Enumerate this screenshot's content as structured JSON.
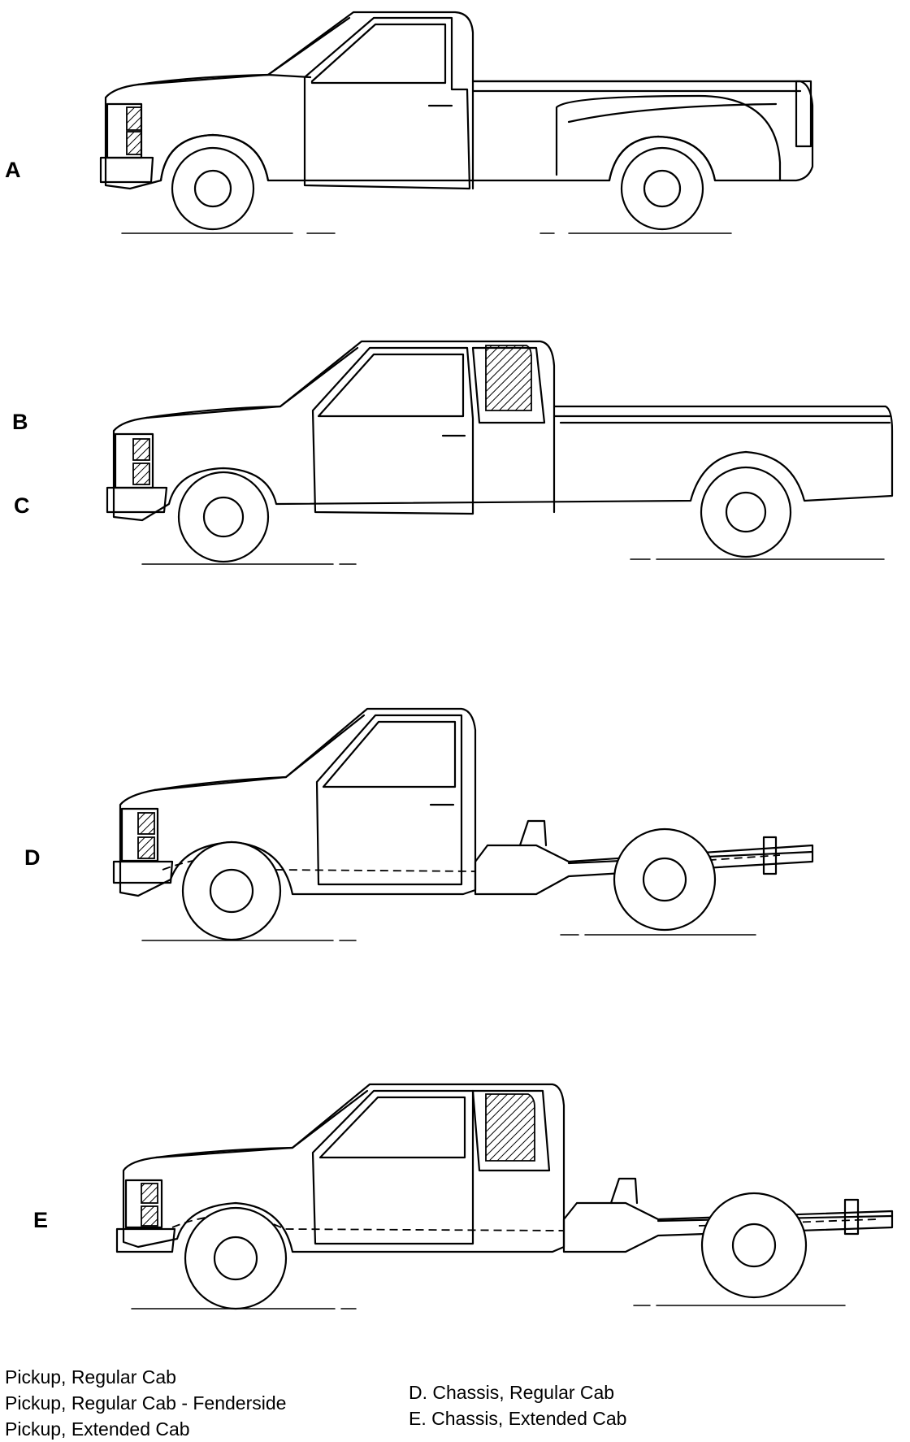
{
  "panels": [
    {
      "key": "a",
      "label": "A",
      "description": "Pickup, Regular Cab"
    },
    {
      "key": "b",
      "label": "B",
      "description": "Pickup, Regular Cab - Fenderside"
    },
    {
      "key": "c",
      "label": "C",
      "description": "Pickup, Extended Cab"
    },
    {
      "key": "d",
      "label": "D",
      "description": "D.  Chassis, Regular Cab"
    },
    {
      "key": "e",
      "label": "E",
      "description": "E.  Chassis, Extended Cab"
    }
  ],
  "icons": [
    "pickup-regular-cab-fenderside-icon",
    "pickup-extended-cab-icon",
    "chassis-regular-cab-icon",
    "chassis-extended-cab-icon"
  ]
}
